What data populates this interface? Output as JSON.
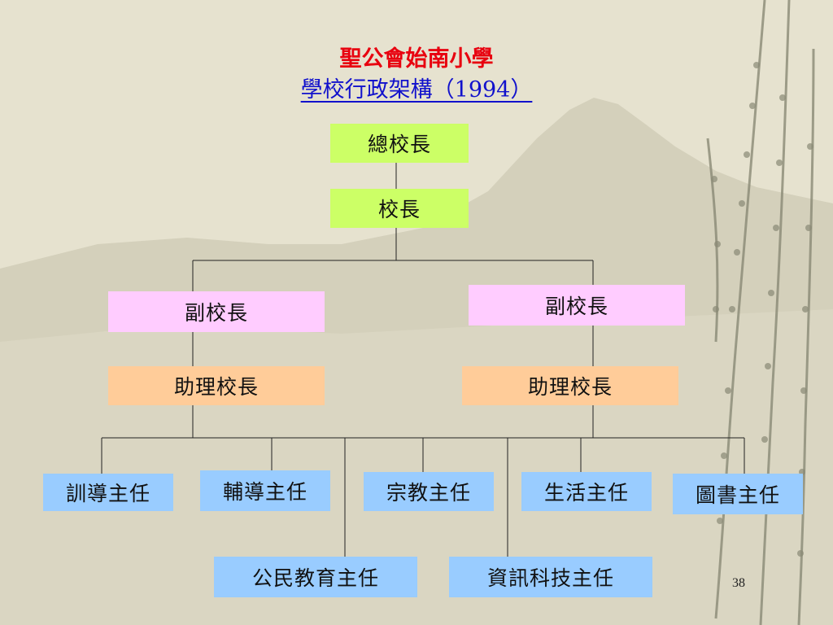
{
  "title": {
    "school": "聖公會始南小學",
    "subtitle": "學校行政架構（1994）"
  },
  "org": {
    "supervisor": "總校長",
    "principal": "校長",
    "vice_left": "副校長",
    "vice_right": "副校長",
    "assistant_left": "助理校長",
    "assistant_right": "助理校長",
    "heads": [
      "訓導主任",
      "輔導主任",
      "宗教主任",
      "生活主任",
      "圖書主任"
    ],
    "heads_lower": [
      "公民教育主任",
      "資訊科技主任"
    ]
  },
  "colors": {
    "top_boxes": "#ccff66",
    "vice_boxes": "#ffccff",
    "assistant_boxes": "#ffcc99",
    "head_boxes": "#99ccff",
    "title_red": "#e8000f",
    "title_blue": "#1111cc"
  },
  "page_number": "38"
}
